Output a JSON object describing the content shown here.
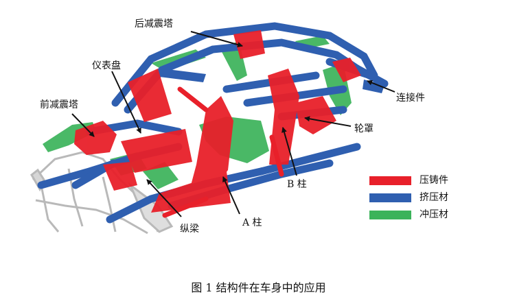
{
  "labels": {
    "rear_tower": "后减震塔",
    "dashboard": "仪表盘",
    "front_tower": "前减震塔",
    "connector": "连接件",
    "wheel_cover": "轮罩",
    "b_pillar": "B 柱",
    "a_pillar": "A 柱",
    "rail": "纵梁"
  },
  "legend": [
    {
      "label": "压铸件",
      "color": "#e8202a"
    },
    {
      "label": "挤压材",
      "color": "#2f5fb0"
    },
    {
      "label": "冲压材",
      "color": "#3bb35a"
    }
  ],
  "caption": "图 1  结构件在车身中的应用",
  "colors": {
    "die_cast": "#e8202a",
    "extrusion": "#2f5fb0",
    "stamping": "#3bb35a",
    "subframe": "#c8c8c8"
  }
}
